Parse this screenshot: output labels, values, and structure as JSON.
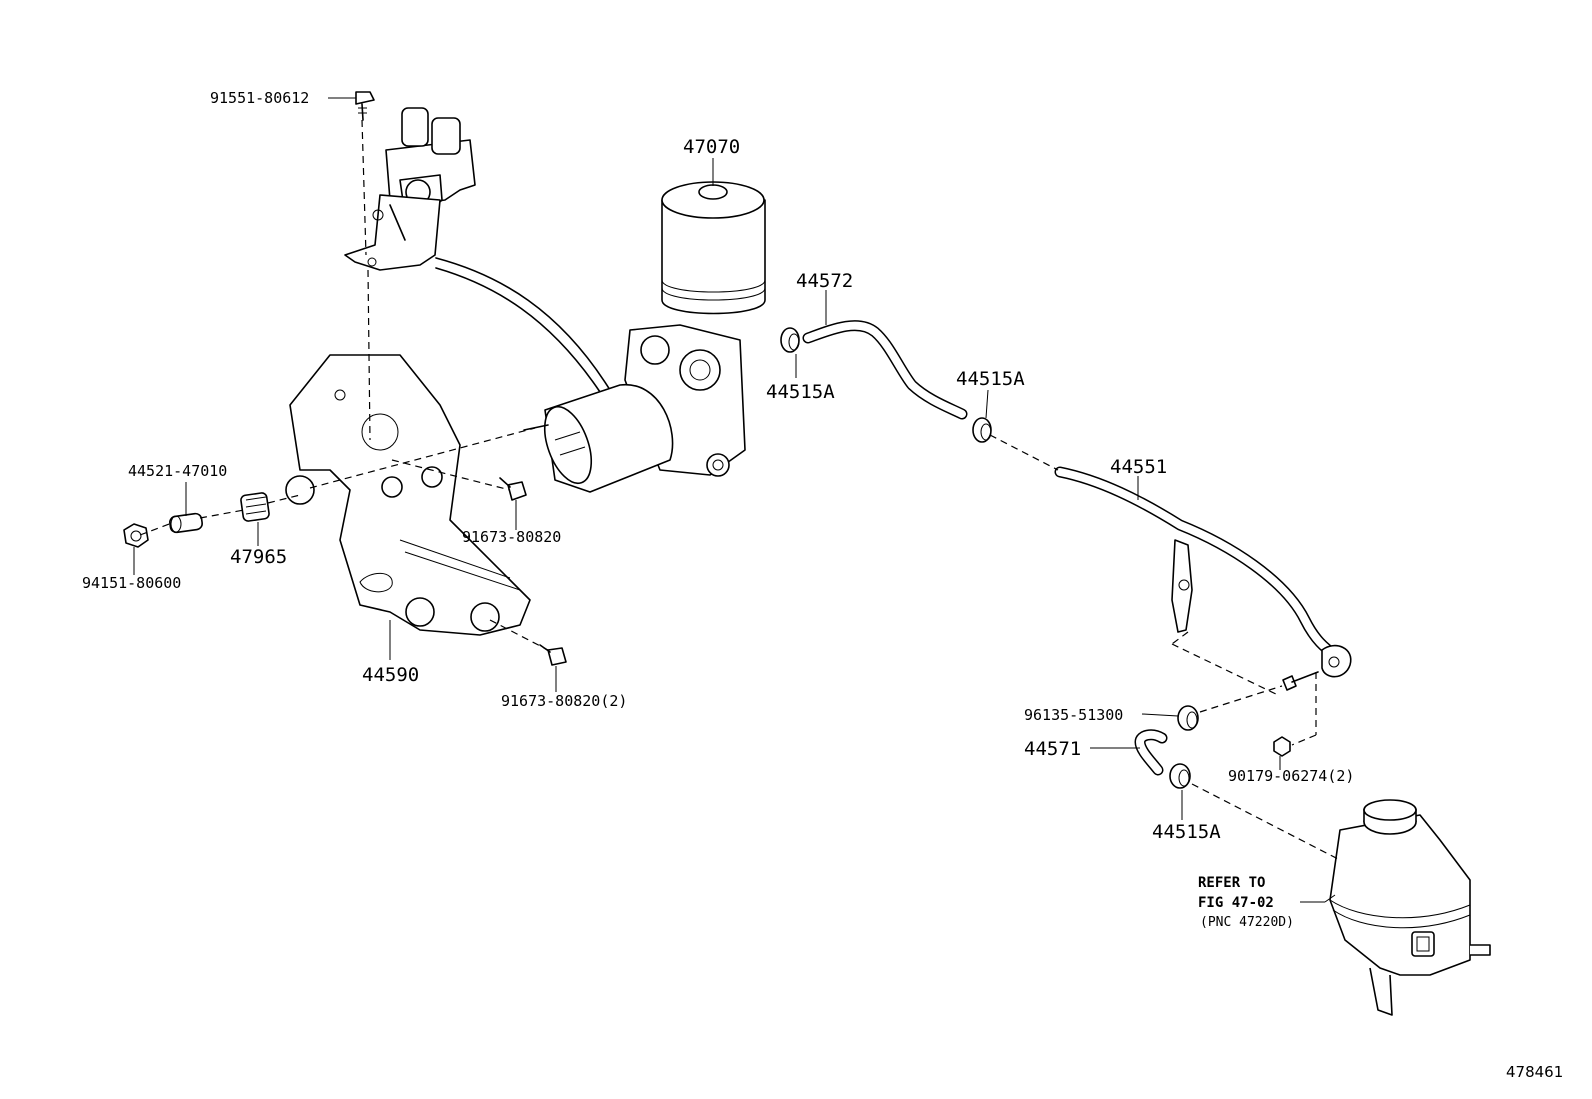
{
  "labels": {
    "p91551_80612": "91551-80612",
    "p47070": "47070",
    "p44572": "44572",
    "p44515A_1": "44515A",
    "p44515A_2": "44515A",
    "p44551": "44551",
    "p44521_47010": "44521-47010",
    "p47965": "47965",
    "p94151_80600": "94151-80600",
    "p91673_80820": "91673-80820",
    "p44590": "44590",
    "p91673_80820_2": "91673-80820(2)",
    "p96135_51300": "96135-51300",
    "p44571": "44571",
    "p90179_06274_2": "90179-06274(2)",
    "p44515A_3": "44515A",
    "refer_line1": "REFER TO",
    "refer_line2": "FIG 47-02",
    "refer_line3": "(PNC 47220D)",
    "figure_number": "478461"
  }
}
